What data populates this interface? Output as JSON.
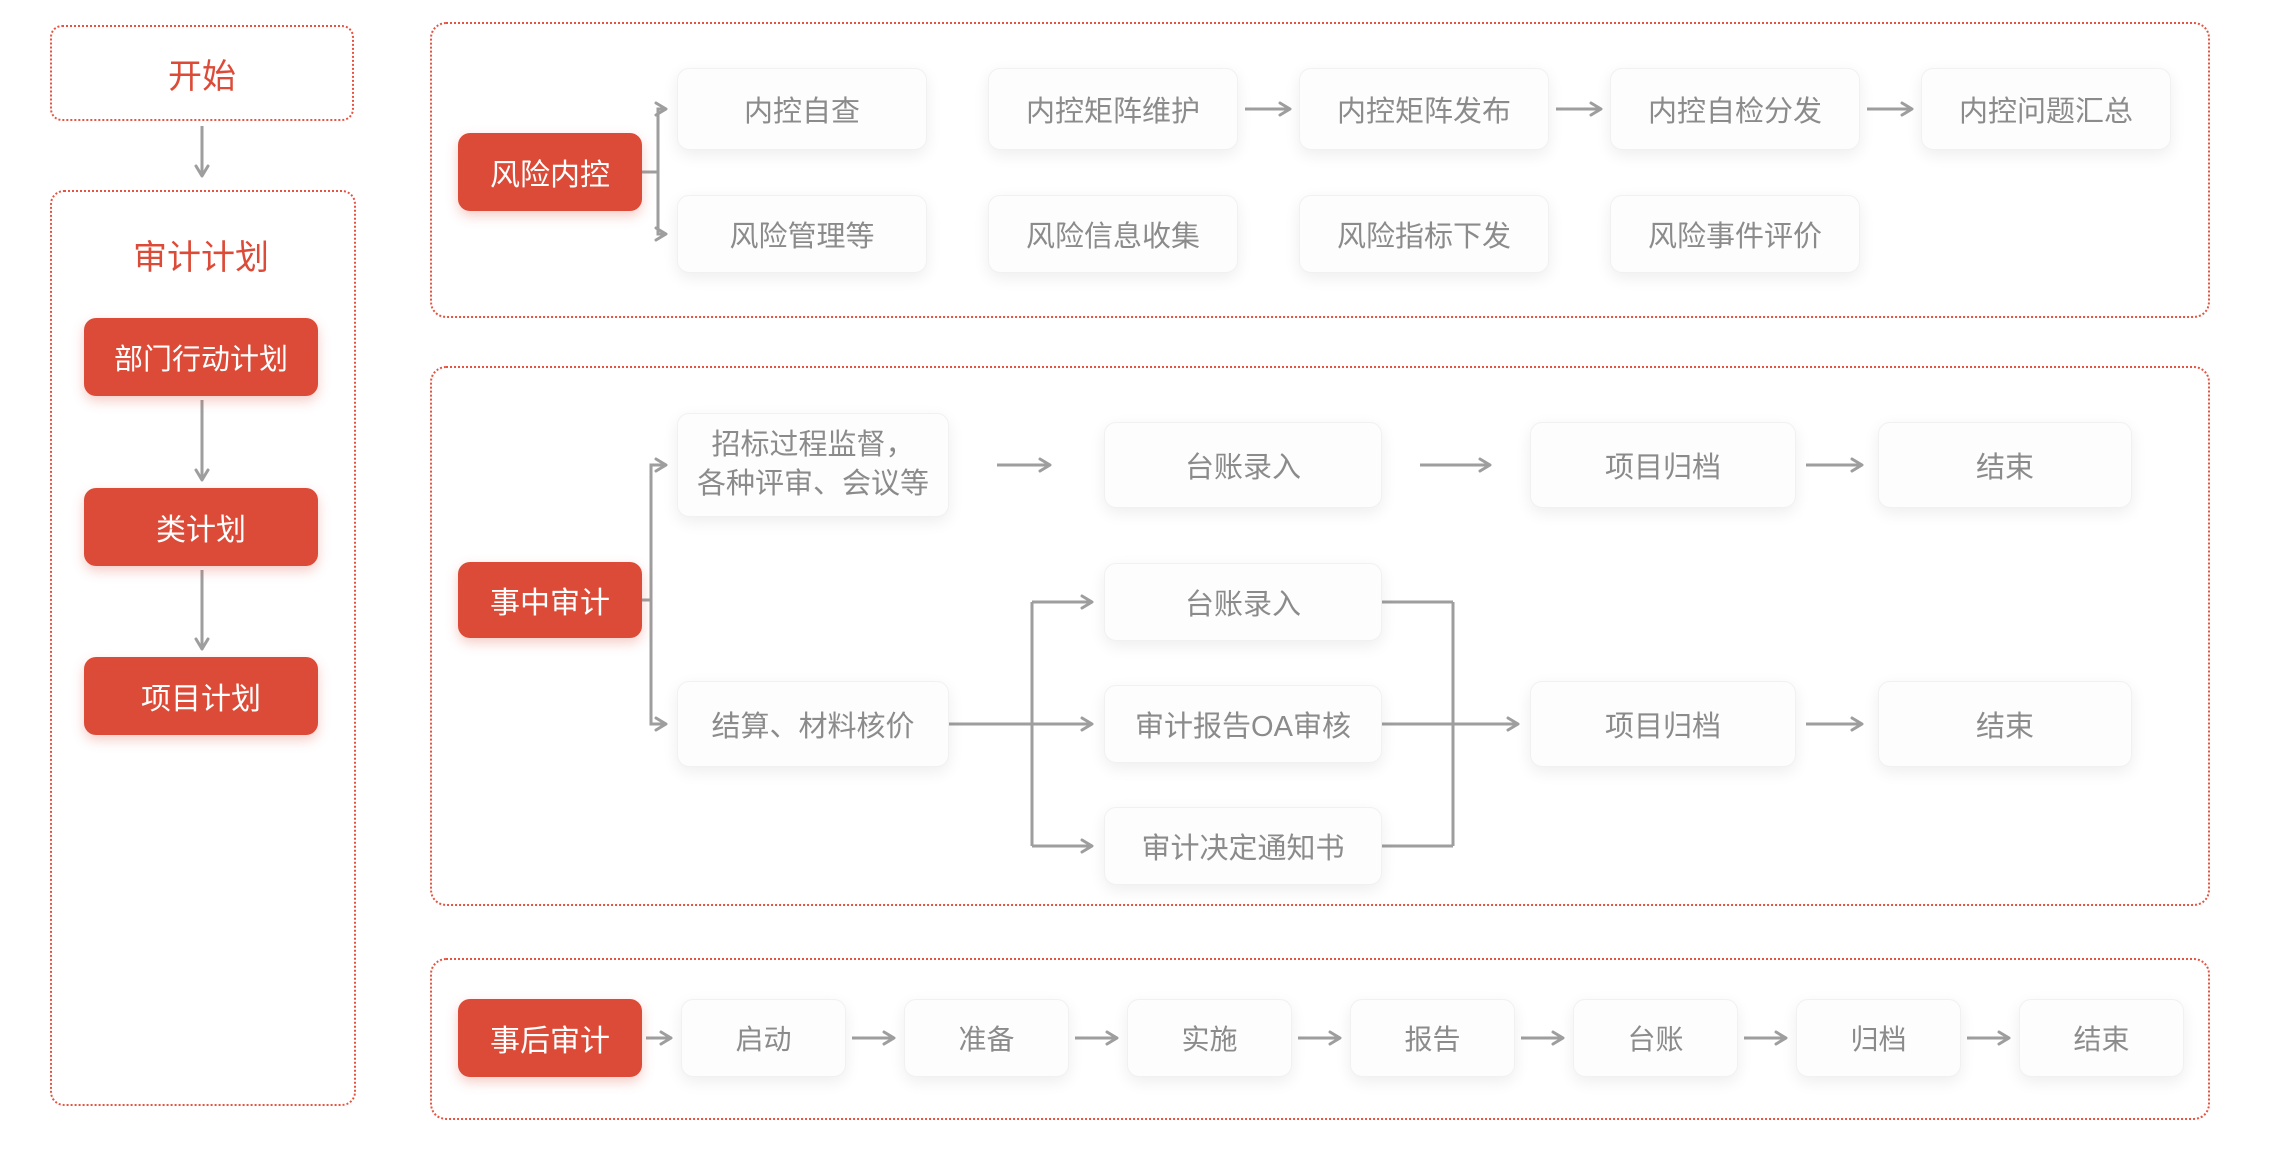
{
  "palette": {
    "accent_red": "#dc4b38",
    "dashed_border": "#e85341",
    "box_text_gray": "#8b8b8b",
    "connector_gray": "#9e9e9e",
    "white_box_bg": "#fdfdfd"
  },
  "plan_flow": {
    "start": "开始",
    "title": "审计计划",
    "steps": [
      "部门行动计划",
      "类计划",
      "项目计划"
    ]
  },
  "risk_flow": {
    "root": "风险内控",
    "row1": [
      "内控自查",
      "内控矩阵维护",
      "内控矩阵发布",
      "内控自检分发",
      "内控问题汇总"
    ],
    "row2": [
      "风险管理等",
      "风险信息收集",
      "风险指标下发",
      "风险事件评价"
    ]
  },
  "during_audit_flow": {
    "root": "事中审计",
    "branch1": {
      "step1": "招标过程监督，\n各种评审、会议等",
      "step2": "台账录入",
      "step3": "项目归档",
      "step4": "结束"
    },
    "branch2": {
      "step1": "结算、材料核价",
      "parallel": [
        "台账录入",
        "审计报告OA审核",
        "审计决定通知书"
      ],
      "step2": "项目归档",
      "step3": "结束"
    }
  },
  "post_audit_flow": {
    "root": "事后审计",
    "steps": [
      "启动",
      "准备",
      "实施",
      "报告",
      "台账",
      "归档",
      "结束"
    ]
  }
}
